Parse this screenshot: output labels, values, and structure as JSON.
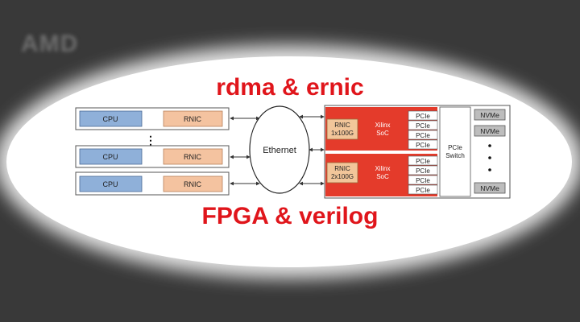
{
  "logo": "AMD",
  "title_top": "rdma & ernic",
  "title_bottom": "FPGA & verilog",
  "diagram": {
    "cpu_label": "CPU",
    "rnic_label": "RNIC",
    "ellipsis": "⋮",
    "ethernet_label": "Ethernet",
    "soc_rnic_top": [
      "RNIC",
      "1x100G"
    ],
    "soc_rnic_bottom": [
      "RNIC",
      "2x100G"
    ],
    "soc_label": [
      "Xilinx",
      "SoC"
    ],
    "pcie_label": "PCIe",
    "switch_label": [
      "PCIe",
      "Switch"
    ],
    "nvme_label": "NVMe"
  },
  "colors": {
    "cpu": "#8fb0d9",
    "rnic_host": "#f4c3a0",
    "soc_red": "#e43b2b",
    "rnic_soc": "#f2c69a",
    "nvme": "#bdbdbd",
    "headline": "#e0151b"
  }
}
